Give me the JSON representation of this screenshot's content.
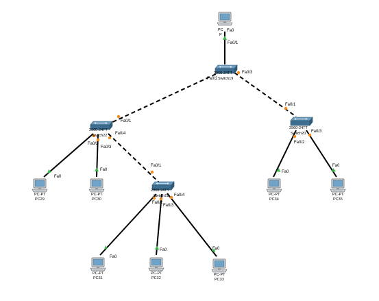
{
  "devices": {
    "pc_top": {
      "type_label": "PC",
      "name": "P"
    },
    "switch19": {
      "type_label": "2960-24TT",
      "name": "Switch19"
    },
    "switch22": {
      "type_label": "2960-24TT",
      "name": "Switch22"
    },
    "switch21": {
      "type_label": "2960-24TT",
      "name": "Switch21"
    },
    "switch_right": {
      "type_label": "2960-24TT",
      "name": "Switch20"
    },
    "pc29": {
      "type_label": "PC-PT",
      "name": "PC29"
    },
    "pc30": {
      "type_label": "PC-PT",
      "name": "PC30"
    },
    "pc31": {
      "type_label": "PC-PT",
      "name": "PC31"
    },
    "pc32": {
      "type_label": "PC-PT",
      "name": "PC32"
    },
    "pc33": {
      "type_label": "PC-PT",
      "name": "PC33"
    },
    "pc34": {
      "type_label": "PC-PT",
      "name": "PC34"
    },
    "pc35": {
      "type_label": "PC-PT",
      "name": "PC35"
    }
  },
  "ports": {
    "top_pc_fa0": "Fa0",
    "sw19_fa01": "Fa0/1",
    "sw19_fa02": "Fa0/2",
    "sw19_fa03": "Fa0/3",
    "sw22_fa01": "Fa0/1",
    "sw22_fa02": "Fa0/2",
    "sw22_fa03": "Fa0/3",
    "sw22_fa04": "Fa0/4",
    "sw21_fa01": "Fa0/1",
    "sw21_fa02": "Fa0/2",
    "sw21_fa03": "Fa0/3",
    "sw21_fa04": "Fa0/4",
    "swr_fa01": "Fa0/1",
    "swr_fa02": "Fa0/2",
    "swr_fa03": "Fa0/3",
    "pc29_fa0": "Fa0",
    "pc30_fa0": "Fa0",
    "pc31_fa0": "Fa0",
    "pc32_fa0": "Fa0",
    "pc33_fa0": "Fa0",
    "pc34_fa0": "Fa0",
    "pc35_fa0": "Fa0"
  },
  "colors": {
    "link_up": "#3fb84a",
    "link_amber": "#f28a1e",
    "switch_body": "#3d6e8f",
    "switch_top": "#5f93b5",
    "pc_screen": "#6fa3c8",
    "cable": "#000000"
  },
  "icons": {
    "switch": "switch-icon",
    "pc": "pc-icon"
  }
}
